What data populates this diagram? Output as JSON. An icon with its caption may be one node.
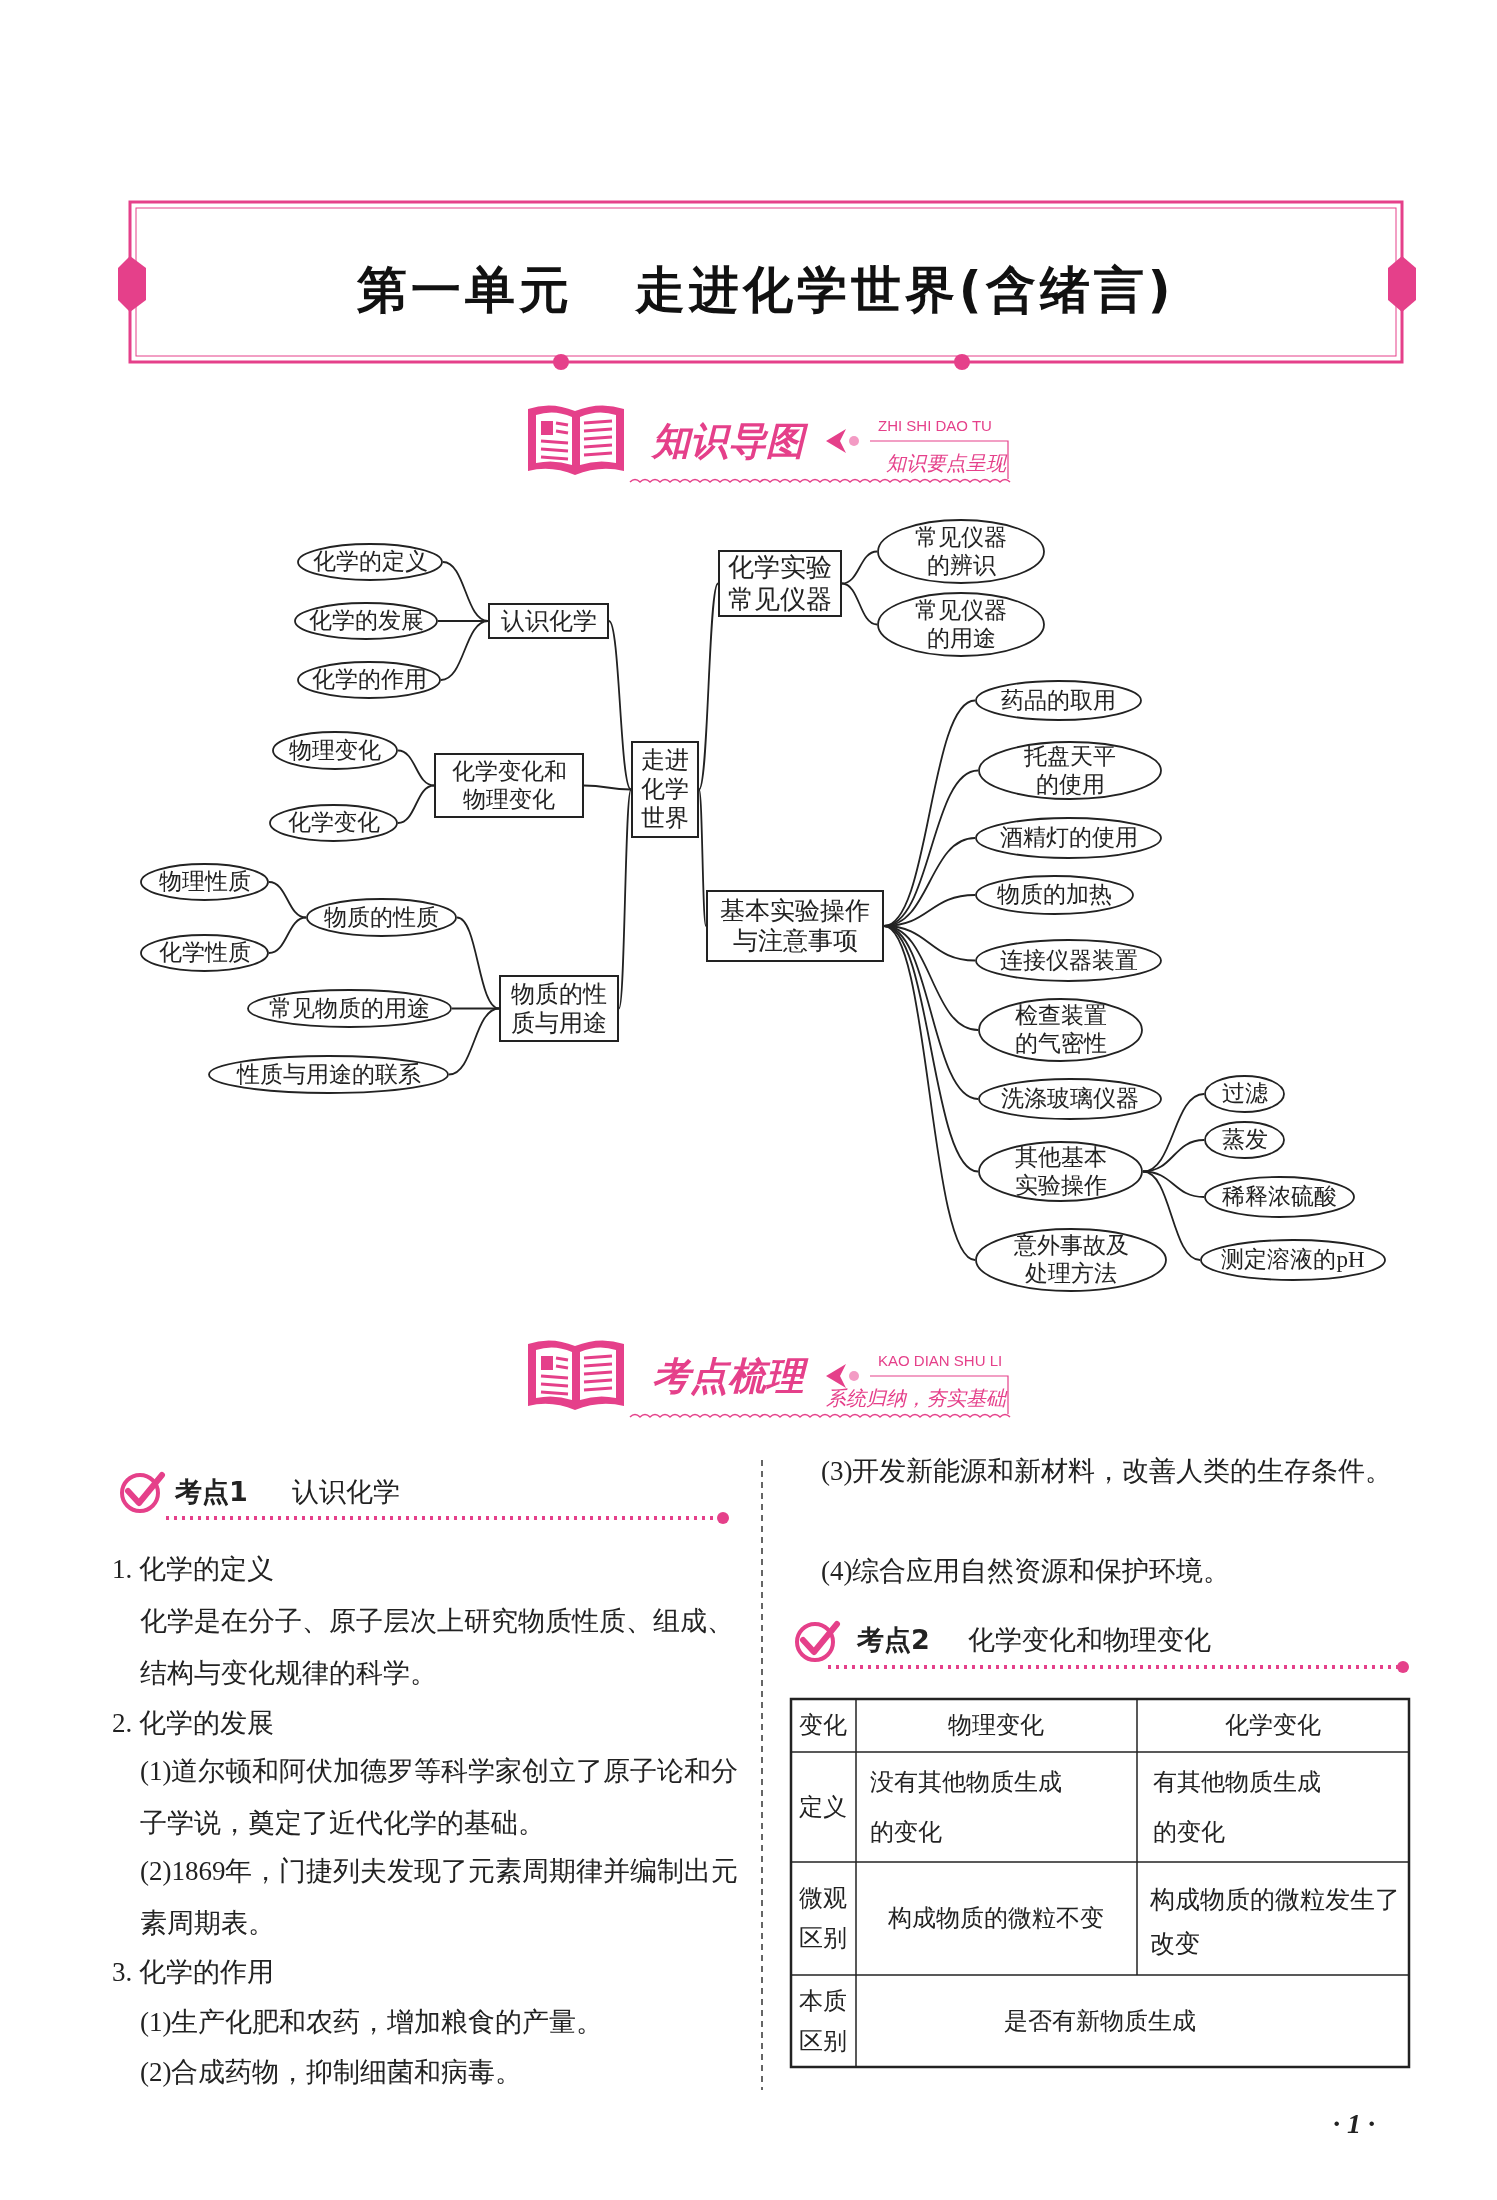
{
  "diagram": {
    "title": "第一单元 走进化学世界(含绪言)",
    "nodes": [
      {
        "text": [
          "走进化学世界"
        ]
      },
      {
        "text": [
          "认识化学"
        ]
      },
      {
        "text": [
          "化学的定义"
        ]
      },
      {
        "text": [
          "化学的发展"
        ]
      },
      {
        "text": [
          "化学的作用"
        ]
      },
      {
        "text": [
          "化学变化和物理变化"
        ]
      },
      {
        "text": [
          "物理变化"
        ]
      },
      {
        "text": [
          "化学变化"
        ]
      },
      {
        "text": [
          "物质的性质与用途"
        ]
      },
      {
        "text": [
          "物质的性质"
        ]
      },
      {
        "text": [
          "物理性质"
        ]
      },
      {
        "text": [
          "化学性质"
        ]
      },
      {
        "text": [
          "常见物质的用途"
        ]
      },
      {
        "text": [
          "性质与用途的联系"
        ]
      },
      {
        "text": [
          "化学实验常见仪器"
        ]
      },
      {
        "text": [
          "常见仪器的辨识"
        ]
      },
      {
        "text": [
          "常见仪器的用途"
        ]
      },
      {
        "text": [
          "基本实验操作与注意事项"
        ]
      },
      {
        "text": [
          "药品的取用"
        ]
      },
      {
        "text": [
          "托盘天平的使用"
        ]
      },
      {
        "text": [
          "酒精灯的使用"
        ]
      },
      {
        "text": [
          "物质的加热"
        ]
      },
      {
        "text": [
          "连接仪器装置"
        ]
      },
      {
        "text": [
          "检查装置的气密性"
        ]
      },
      {
        "text": [
          "洗涤玻璃仪器"
        ]
      },
      {
        "text": [
          "其他基本实验操作"
        ]
      },
      {
        "text": [
          "过滤"
        ]
      },
      {
        "text": [
          "蒸发"
        ]
      },
      {
        "text": [
          "稀释浓硫酸"
        ]
      },
      {
        "text": [
          "测定溶液的pH"
        ]
      },
      {
        "text": [
          "意外事故及处理方法"
        ]
      }
    ],
    "edges": [
      {
        "from": 0,
        "to": 1,
        "arrow": "none"
      },
      {
        "from": 0,
        "to": 5,
        "arrow": "none"
      },
      {
        "from": 0,
        "to": 8,
        "arrow": "none"
      },
      {
        "from": 0,
        "to": 14,
        "arrow": "none"
      },
      {
        "from": 0,
        "to": 17,
        "arrow": "none"
      },
      {
        "from": 1,
        "to": 2,
        "arrow": "none"
      },
      {
        "from": 1,
        "to": 3,
        "arrow": "none"
      },
      {
        "from": 1,
        "to": 4,
        "arrow": "none"
      },
      {
        "from": 5,
        "to": 6,
        "arrow": "none"
      },
      {
        "from": 5,
        "to": 7,
        "arrow": "none"
      },
      {
        "from": 8,
        "to": 9,
        "arrow": "none"
      },
      {
        "from": 8,
        "to": 12,
        "arrow": "none"
      },
      {
        "from": 8,
        "to": 13,
        "arrow": "none"
      },
      {
        "from": 9,
        "to": 10,
        "arrow": "none"
      },
      {
        "from": 9,
        "to": 11,
        "arrow": "none"
      },
      {
        "from": 14,
        "to": 15,
        "arrow": "none"
      },
      {
        "from": 14,
        "to": 16,
        "arrow": "none"
      },
      {
        "from": 17,
        "to": 18,
        "arrow": "none"
      },
      {
        "from": 17,
        "to": 19,
        "arrow": "none"
      },
      {
        "from": 17,
        "to": 20,
        "arrow": "none"
      },
      {
        "from": 17,
        "to": 21,
        "arrow": "none"
      },
      {
        "from": 17,
        "to": 22,
        "arrow": "none"
      },
      {
        "from": 17,
        "to": 23,
        "arrow": "none"
      },
      {
        "from": 17,
        "to": 24,
        "arrow": "none"
      },
      {
        "from": 17,
        "to": 25,
        "arrow": "none"
      },
      {
        "from": 17,
        "to": 30,
        "arrow": "none"
      },
      {
        "from": 25,
        "to": 26,
        "arrow": "none"
      },
      {
        "from": 25,
        "to": 27,
        "arrow": "none"
      },
      {
        "from": 25,
        "to": 28,
        "arrow": "none"
      },
      {
        "from": 25,
        "to": 29,
        "arrow": "none"
      }
    ],
    "labels": [
      "知识导图",
      "ZHI SHI DAO TU",
      "知识要点呈现",
      "考点梳理",
      "KAO DIAN SHU LI",
      "系统归纳，夯实基础",
      "考点1",
      "认识化学",
      "1. 化学的定义",
      "化学是在分子、原子层次上研究物质",
      "性质",
      "、",
      "组成",
      "、",
      "结构",
      "与",
      "变化规律",
      "的科学。",
      "2. 化学的发展",
      "(1)道尔顿和阿伏加德罗等科学家创立了原子论和分子学说，奠定了近代化学的基础。",
      "(2)1869年，",
      "门捷列夫",
      "发现了元素周期律并编制出元素周期表。",
      "3. 化学的作用",
      "(1)生产化肥和农药，增加粮食的产量。",
      "(2)合成药物，抑制细菌和病毒。",
      "(3)开发新能源和新材料，改善人类的生存条件。",
      "(4)综合应用自然资源和保护环境。",
      "考点2",
      "化学变化和物理变化",
      "变化",
      "物理变化",
      "化学变化",
      "定义",
      "没有其他物质生成",
      "的变化",
      "有其他物质生成",
      "的变化",
      "微观区别",
      "构成物质的微粒不变",
      "构成物质的微粒发生了改变",
      "本质区别",
      "是否有",
      "新物质",
      "生成",
      "· 1 ·"
    ]
  }
}
